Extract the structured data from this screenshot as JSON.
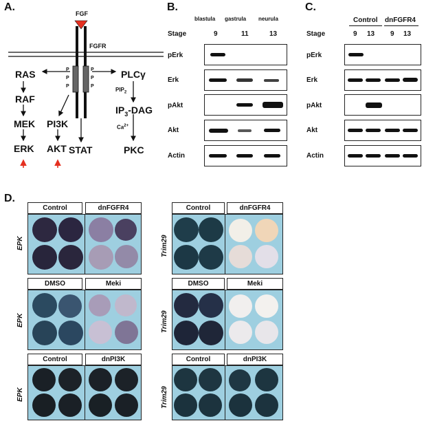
{
  "panelA": {
    "letter": "A.",
    "fgf": "FGF",
    "fgfr": "FGFR",
    "p": "P",
    "nodes": {
      "ras": "RAS",
      "raf": "RAF",
      "mek": "MEK",
      "erk": "ERK",
      "pi3k": "PI3K",
      "akt": "AKT",
      "stat": "STAT",
      "plc": "PLCγ",
      "pip2": "PIP",
      "pip2_sub": "2",
      "ip3": "IP",
      "ip3_sub": "3",
      "ip3_rest": "-DAG",
      "ca": "Ca",
      "ca_sup": "2+",
      "pkc": "PKC"
    },
    "arrow_color": "#e53020",
    "fgf_color": "#e53020"
  },
  "panelB": {
    "letter": "B.",
    "stages_names": [
      "blastula",
      "gastrula",
      "neurula"
    ],
    "stage_label": "Stage",
    "stage_values": [
      "9",
      "11",
      "13"
    ],
    "rows": [
      "pErk",
      "Erk",
      "pAkt",
      "Akt",
      "Actin"
    ]
  },
  "panelC": {
    "letter": "C.",
    "groups": [
      "Control",
      "dnFGFR4"
    ],
    "stage_label": "Stage",
    "stage_values": [
      "9",
      "13",
      "9",
      "13"
    ],
    "rows": [
      "pErk",
      "Erk",
      "pAkt",
      "Akt",
      "Actin"
    ]
  },
  "panelD": {
    "letter": "D.",
    "blocks": [
      {
        "gene": "EPK",
        "left": "Control",
        "right": "dnFGFR4"
      },
      {
        "gene": "Trim29",
        "left": "Control",
        "right": "dnFGFR4"
      },
      {
        "gene": "EPK",
        "left": "DMSO",
        "right": "Meki"
      },
      {
        "gene": "Trim29",
        "left": "DMSO",
        "right": "Meki"
      },
      {
        "gene": "EPK",
        "left": "Control",
        "right": "dnPI3K"
      },
      {
        "gene": "Trim29",
        "left": "Control",
        "right": "dnPI3K"
      }
    ],
    "bg_color": "#9ecfe0"
  }
}
